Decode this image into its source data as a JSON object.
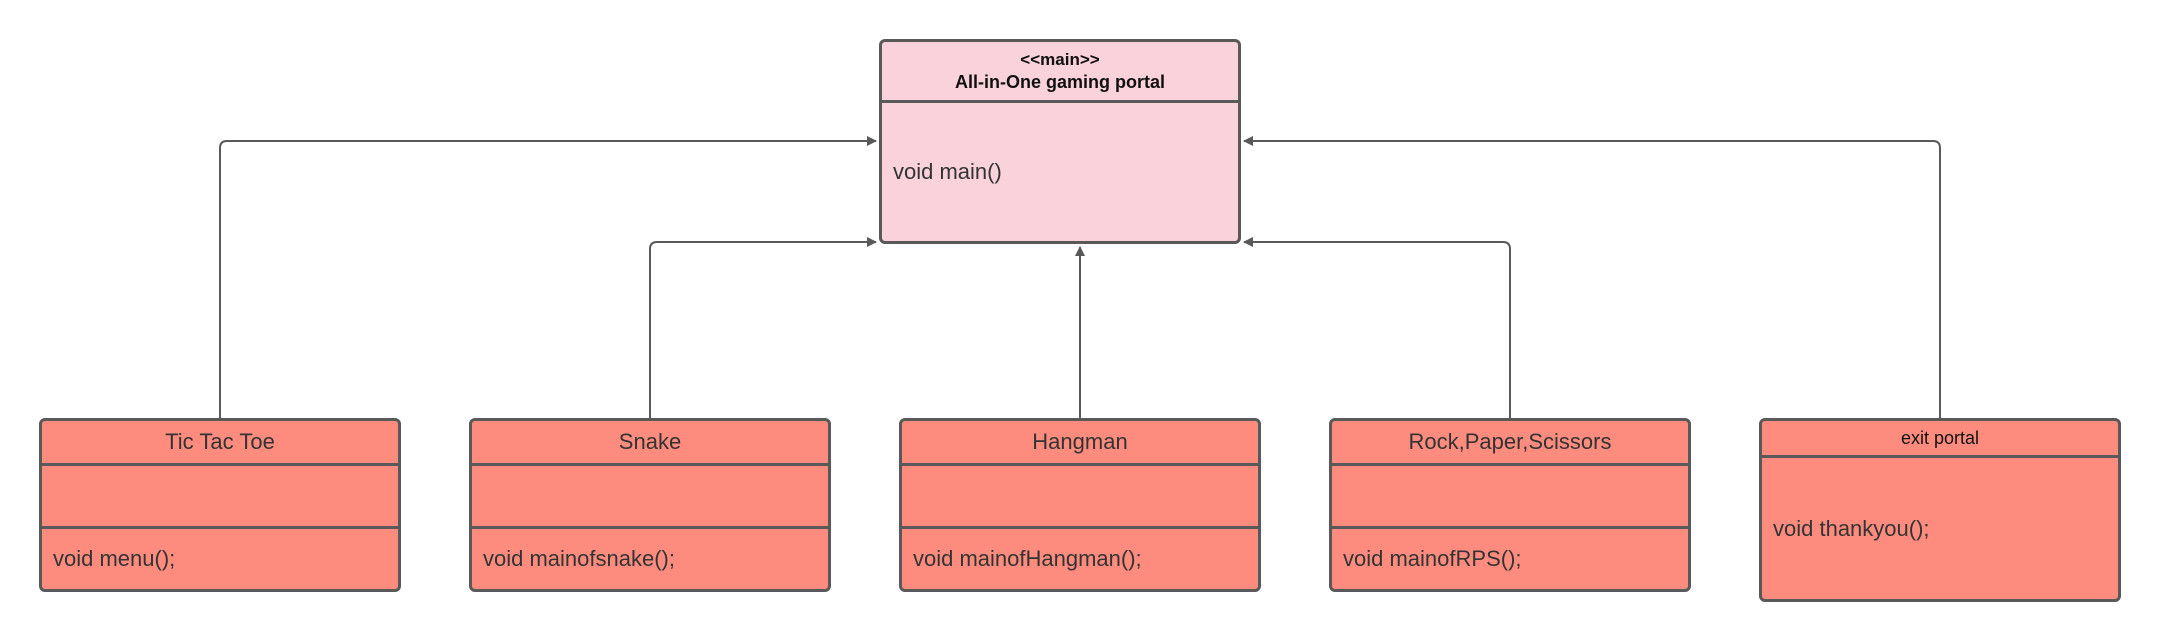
{
  "main_class": {
    "stereotype": "<<main>>",
    "title": "All-in-One gaming portal",
    "method": "void main()"
  },
  "classes": [
    {
      "title": "Tic Tac Toe",
      "method": "void menu();"
    },
    {
      "title": "Snake",
      "method": "void mainofsnake();"
    },
    {
      "title": "Hangman",
      "method": "void mainofHangman();"
    },
    {
      "title": "Rock,Paper,Scissors",
      "method": "void mainofRPS();"
    },
    {
      "title": "exit portal",
      "method": "void thankyou();"
    }
  ],
  "colors": {
    "main_fill": "#f9d2dc",
    "class_fill": "#fe8c7e",
    "border": "#595959",
    "connector": "#595959"
  }
}
